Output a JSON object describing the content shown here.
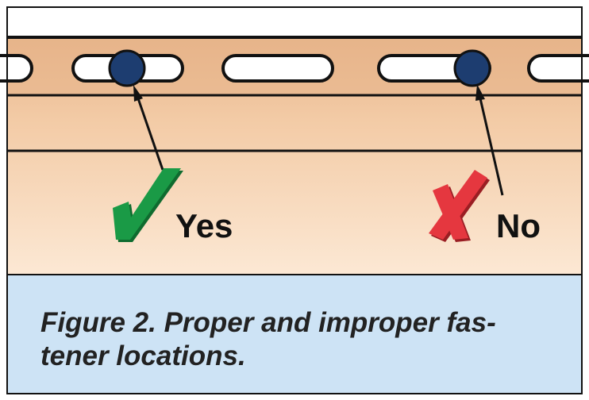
{
  "diagram": {
    "labels": {
      "yes": "Yes",
      "no": "No"
    },
    "icons": {
      "correct": "check-mark-icon",
      "incorrect": "x-mark-icon"
    },
    "colors": {
      "siding_top": "#e6b48a",
      "siding_bottom": "#fce8d4",
      "fastener": "#1d3d70",
      "check": "#1a9a46",
      "cross": "#e5373f",
      "caption_bg": "#cde3f5",
      "outline": "#111111"
    }
  },
  "caption": {
    "text": "Figure 2.  Proper and improper fas-tener locations."
  }
}
